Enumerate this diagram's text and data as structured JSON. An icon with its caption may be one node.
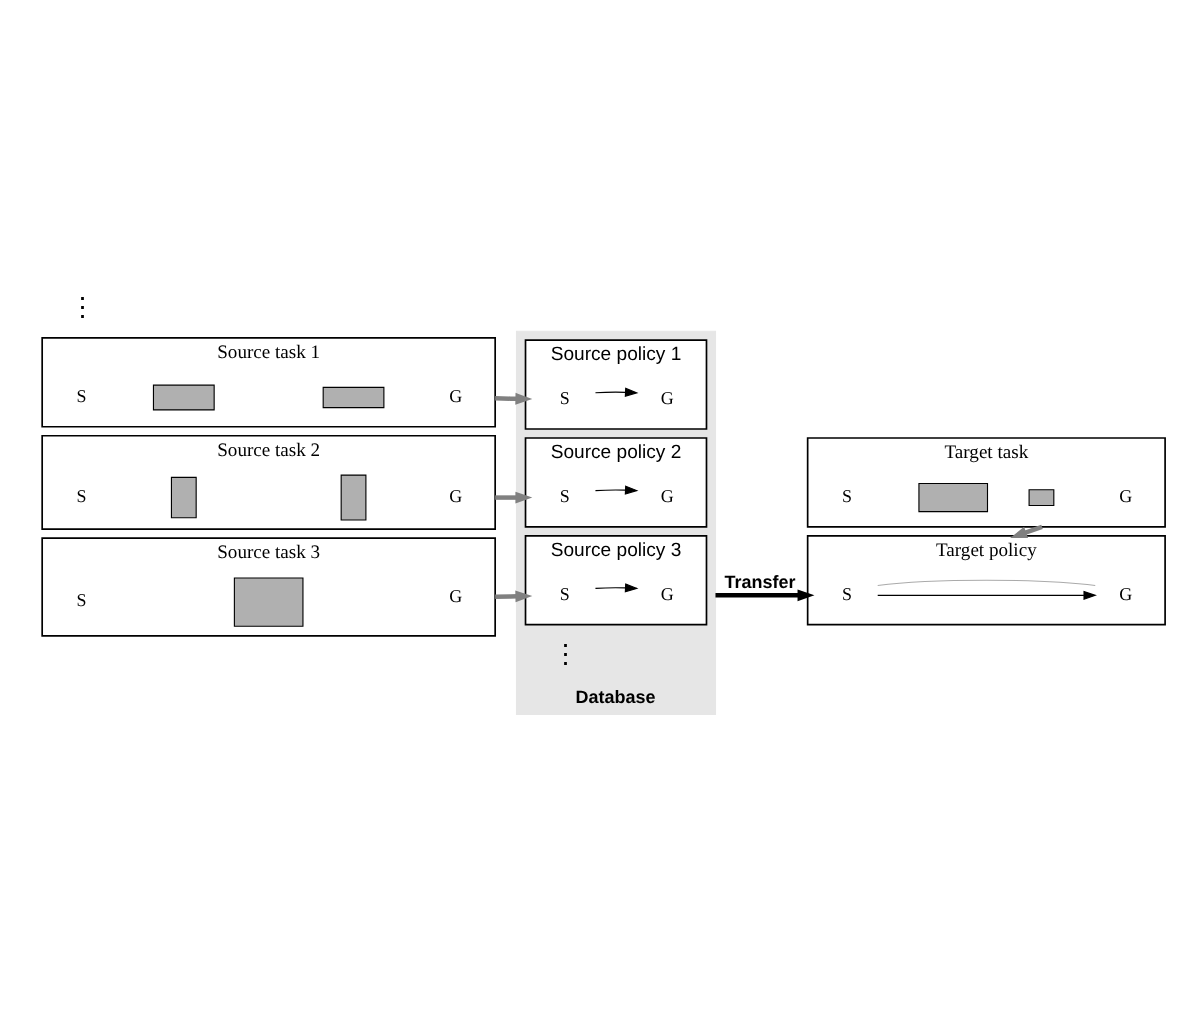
{
  "diagram": {
    "nodes": [
      {
        "text": [
          "Database"
        ]
      },
      {
        "text": [
          "Source task 1"
        ]
      },
      {
        "text": [
          "S"
        ],
        "in": 1
      },
      {
        "text": [],
        "shape": "box",
        "in": 1
      },
      {
        "text": [],
        "shape": "box",
        "in": 1
      },
      {
        "text": [
          "G"
        ],
        "in": 1
      },
      {
        "text": [
          "Source policy 1"
        ],
        "in": 0
      },
      {
        "text": [
          "S"
        ],
        "in": 6
      },
      {
        "text": [
          "G"
        ],
        "in": 6
      },
      {
        "text": [
          "Source task 2"
        ]
      },
      {
        "text": [
          "S"
        ],
        "in": 9
      },
      {
        "text": [],
        "shape": "box",
        "in": 9
      },
      {
        "text": [],
        "shape": "box",
        "in": 9
      },
      {
        "text": [
          "G"
        ],
        "in": 9
      },
      {
        "text": [
          "Source policy 2"
        ],
        "in": 0
      },
      {
        "text": [
          "S"
        ],
        "in": 14
      },
      {
        "text": [
          "G"
        ],
        "in": 14
      },
      {
        "text": [
          "Source task 3"
        ]
      },
      {
        "text": [
          "S"
        ],
        "in": 17
      },
      {
        "text": [],
        "shape": "box",
        "in": 17
      },
      {
        "text": [
          "G"
        ],
        "in": 17
      },
      {
        "text": [
          "Source policy 3"
        ],
        "in": 0
      },
      {
        "text": [
          "S"
        ],
        "in": 21
      },
      {
        "text": [
          "G"
        ],
        "in": 21
      },
      {
        "text": [
          "Target task"
        ]
      },
      {
        "text": [
          "S"
        ],
        "in": 24
      },
      {
        "text": [],
        "shape": "box",
        "in": 24
      },
      {
        "text": [],
        "shape": "box",
        "in": 24
      },
      {
        "text": [
          "G"
        ],
        "in": 24
      },
      {
        "text": [
          "Target policy"
        ]
      },
      {
        "text": [
          "S"
        ],
        "in": 29
      },
      {
        "text": [
          "G"
        ],
        "in": 29
      }
    ],
    "edges": [
      {
        "from": 1,
        "to": 6,
        "arrow": "to",
        "style": "thick",
        "color": "#808080"
      },
      {
        "from": 7,
        "to": 8,
        "arrow": "to"
      },
      {
        "from": 9,
        "to": 14,
        "arrow": "to",
        "style": "thick",
        "color": "#808080"
      },
      {
        "from": 15,
        "to": 16,
        "arrow": "to"
      },
      {
        "from": 17,
        "to": 21,
        "arrow": "to",
        "style": "thick",
        "color": "#808080"
      },
      {
        "from": 22,
        "to": 23,
        "arrow": "to"
      },
      {
        "from": 0,
        "to": 29,
        "arrow": "to",
        "label": "Transfer",
        "style": "thick"
      },
      {
        "from": 24,
        "to": 29,
        "arrow": "to",
        "style": "thick",
        "color": "#808080"
      },
      {
        "from": 30,
        "to": 31,
        "arrow": "to"
      },
      {
        "from": 30,
        "to": 31,
        "arrow": "none",
        "color": "#aaaaaa"
      }
    ],
    "labels": [
      "⋮",
      "⋮"
    ]
  }
}
